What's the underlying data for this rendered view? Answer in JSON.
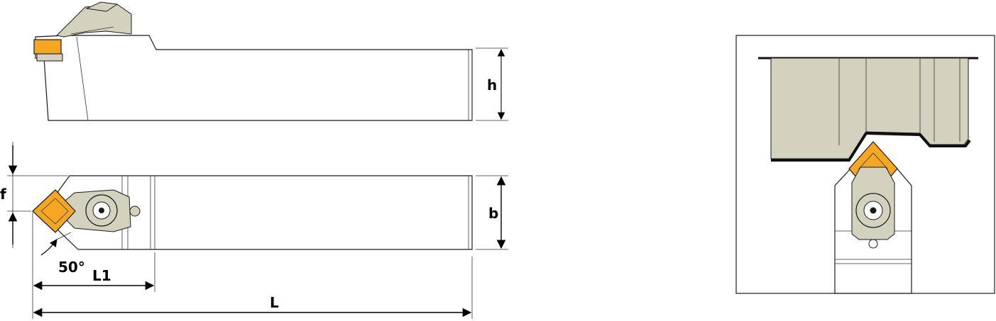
{
  "labels": {
    "h": "h",
    "b": "b",
    "f": "f",
    "L": "L",
    "L1": "L1",
    "angle": "50°"
  },
  "colors": {
    "insert": "#f5a623",
    "clamp": "#d4d2bf",
    "line": "#1a1a1a"
  }
}
